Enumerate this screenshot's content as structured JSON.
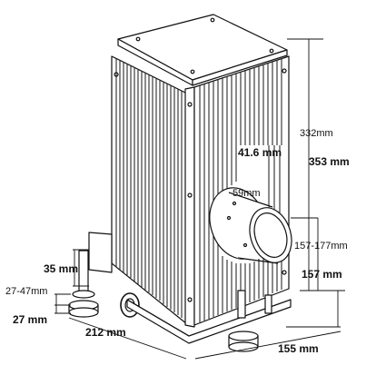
{
  "labels": {
    "height_top": "332mm",
    "height_total": "353 mm",
    "port_depth": "41.6 mm",
    "port_diameter": "59mm",
    "port_center_range": "157-177mm",
    "port_center": "157 mm",
    "foot_thread": "35 mm",
    "foot_range": "27-47mm",
    "foot_base": "27 mm",
    "width": "212 mm",
    "depth": "155 mm"
  },
  "colors": {
    "line": "#111111",
    "fin": "#2a2a2a",
    "body_fill": "#ffffff"
  }
}
